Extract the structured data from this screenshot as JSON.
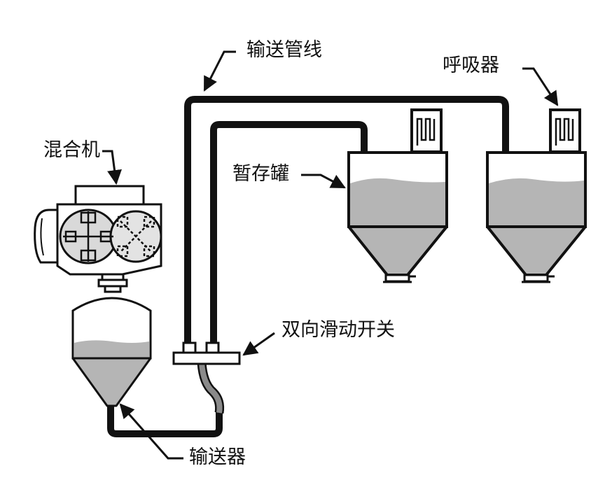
{
  "labels": {
    "conveying_line": "输送管线",
    "breather": "呼吸器",
    "mixer": "混合机",
    "surge_tank": "暂存罐",
    "diverter": "双向滑动开关",
    "conveyor": "输送器"
  },
  "colors": {
    "line": "#111111",
    "fill_grey": "#b5b5b5",
    "light_grey": "#e3e3e3",
    "tube_grey": "#8a8a8a"
  }
}
